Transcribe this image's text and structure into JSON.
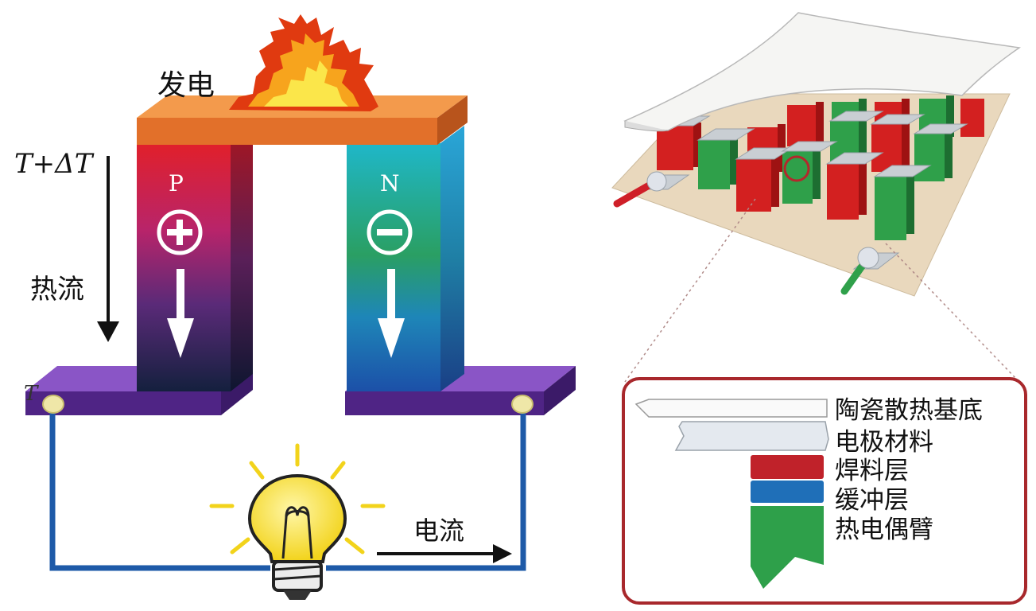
{
  "left_diagram": {
    "top_label": "发电",
    "temperature_label": "T+ΔT",
    "heat_flow_label": "热流",
    "current_label": "电流",
    "cold_side_label": "T",
    "p_leg_label": "P",
    "n_leg_label": "N"
  },
  "right_diagram": {
    "legend": [
      {
        "label": "陶瓷散热基底"
      },
      {
        "label": "电极材料"
      },
      {
        "label": "焊料层",
        "color": "#c0222a"
      },
      {
        "label": "缓冲层",
        "color": "#1f6fb8"
      },
      {
        "label": "热电偶臂",
        "color": "#2ea04a"
      }
    ]
  },
  "colors": {
    "top_plate": "#e9782b",
    "bottom_plate": "#5b2d91",
    "wire": "#1e5aa8",
    "legend_border": "#a8282c"
  }
}
